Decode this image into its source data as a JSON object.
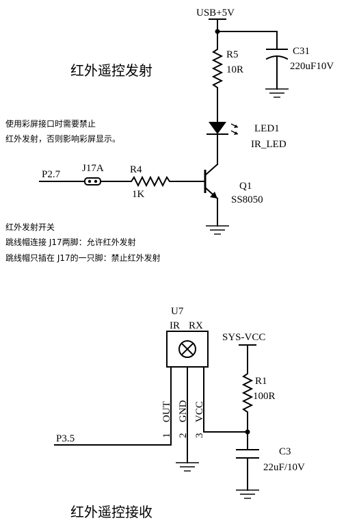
{
  "tx_section": {
    "title": "红外遥控发射",
    "note_line1": "使用彩屏接口时需要禁止",
    "note_line2": "红外发射，否则影响彩屏显示。",
    "switch_line1": "红外发射开关",
    "switch_line2": "跳线帽连接 J17两脚：允许红外发射",
    "switch_line3": "跳线帽只插在 J17的一只脚：禁止红外发射",
    "power": "USB+5V",
    "r5_ref": "R5",
    "r5_val": "10R",
    "c31_ref": "C31",
    "c31_val": "220uF10V",
    "led_ref": "LED1",
    "led_val": "IR_LED",
    "port": "P2.7",
    "jumper": "J17A",
    "r4_ref": "R4",
    "r4_val": "1K",
    "q1_ref": "Q1",
    "q1_val": "SS8050"
  },
  "rx_section": {
    "title": "红外遥控接收",
    "u7_ref": "U7",
    "u7_ir": "IR",
    "u7_rx": "RX",
    "pin1_num": "1",
    "pin1_name": "OUT",
    "pin2_num": "2",
    "pin2_name": "GND",
    "pin3_num": "3",
    "pin3_name": "VCC",
    "supply": "SYS-VCC",
    "r1_ref": "R1",
    "r1_val": "100R",
    "c3_ref": "C3",
    "c3_val": "22uF/10V",
    "port": "P3.5"
  }
}
